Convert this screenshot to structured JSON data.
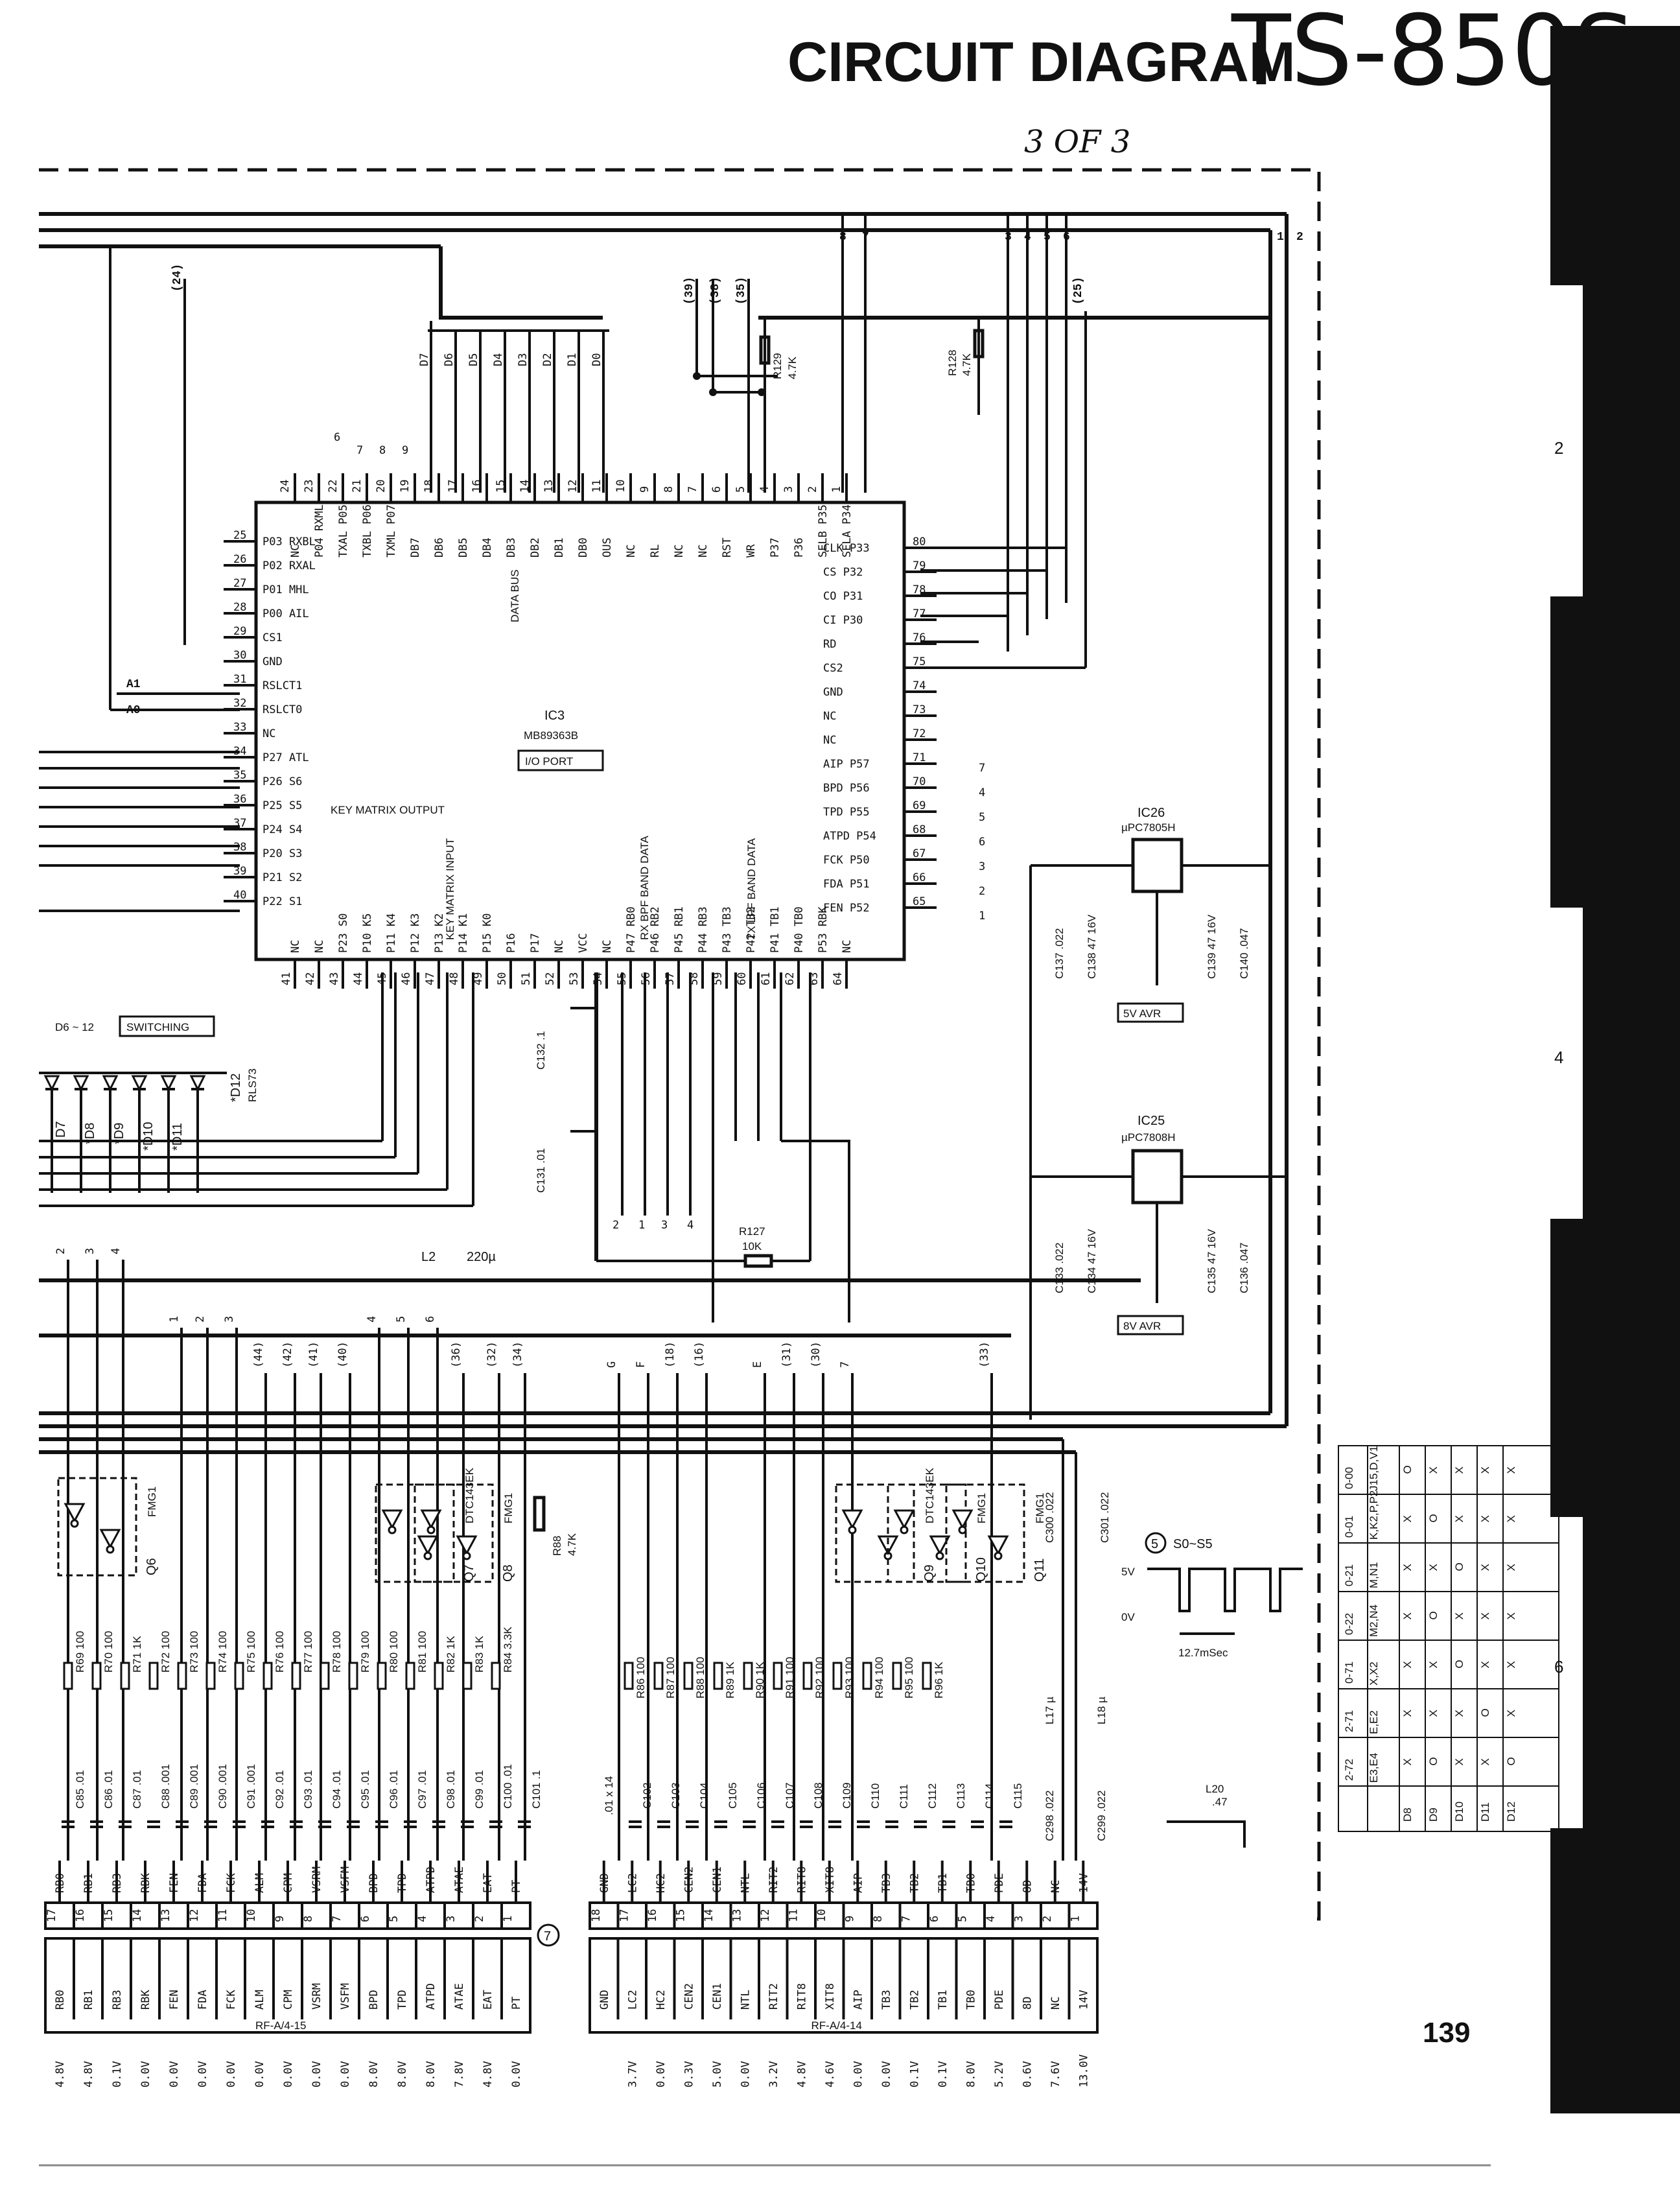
{
  "header": {
    "title": "CIRCUIT DIAGRAM",
    "model": "TS-850S",
    "sheet": "3 OF 3",
    "page_number": "139"
  },
  "edge_marks": [
    "1",
    "2",
    "3",
    "4",
    "5",
    "6",
    "7"
  ],
  "ic3": {
    "ref": "IC3",
    "part": "MB89363B",
    "function": "I/O PORT",
    "top_pins": [
      {
        "n": "24",
        "name": "NC"
      },
      {
        "n": "23",
        "name": "P04 RXML"
      },
      {
        "n": "22",
        "name": "TXAL P05"
      },
      {
        "n": "21",
        "name": "TXBL P06"
      },
      {
        "n": "20",
        "name": "TXML P07"
      },
      {
        "n": "19",
        "name": "DB7"
      },
      {
        "n": "18",
        "name": "DB6"
      },
      {
        "n": "17",
        "name": "DB5"
      },
      {
        "n": "16",
        "name": "DB4"
      },
      {
        "n": "15",
        "name": "DB3"
      },
      {
        "n": "14",
        "name": "DB2"
      },
      {
        "n": "13",
        "name": "DB1"
      },
      {
        "n": "12",
        "name": "DB0"
      },
      {
        "n": "11",
        "name": "OUS"
      },
      {
        "n": "10",
        "name": "NC"
      },
      {
        "n": "9",
        "name": "RL"
      },
      {
        "n": "8",
        "name": "NC"
      },
      {
        "n": "7",
        "name": "NC"
      },
      {
        "n": "6",
        "name": "RST"
      },
      {
        "n": "5",
        "name": "WR"
      },
      {
        "n": "4",
        "name": "P37"
      },
      {
        "n": "3",
        "name": "P36"
      },
      {
        "n": "2",
        "name": "SELB P35"
      },
      {
        "n": "1",
        "name": "SELA P34"
      }
    ],
    "left_pins": [
      {
        "n": "25",
        "name": "P03 RXBL"
      },
      {
        "n": "26",
        "name": "P02 RXAL"
      },
      {
        "n": "27",
        "name": "P01 MHL"
      },
      {
        "n": "28",
        "name": "P00 AIL"
      },
      {
        "n": "29",
        "name": "CS1"
      },
      {
        "n": "30",
        "name": "GND"
      },
      {
        "n": "31",
        "name": "RSLCT1"
      },
      {
        "n": "32",
        "name": "RSLCT0"
      },
      {
        "n": "33",
        "name": "NC"
      },
      {
        "n": "34",
        "name": "P27 ATL"
      },
      {
        "n": "35",
        "name": "P26 S6"
      },
      {
        "n": "36",
        "name": "P25 S5"
      },
      {
        "n": "37",
        "name": "P24 S4"
      },
      {
        "n": "38",
        "name": "P20 S3"
      },
      {
        "n": "39",
        "name": "P21 S2"
      },
      {
        "n": "40",
        "name": "P22 S1"
      }
    ],
    "right_pins": [
      {
        "n": "80",
        "name": "CLK P33"
      },
      {
        "n": "79",
        "name": "CS P32"
      },
      {
        "n": "78",
        "name": "CO P31"
      },
      {
        "n": "77",
        "name": "CI P30"
      },
      {
        "n": "76",
        "name": "RD"
      },
      {
        "n": "75",
        "name": "CS2"
      },
      {
        "n": "74",
        "name": "GND"
      },
      {
        "n": "73",
        "name": "NC"
      },
      {
        "n": "72",
        "name": "NC"
      },
      {
        "n": "71",
        "name": "AIP P57"
      },
      {
        "n": "70",
        "name": "BPD P56"
      },
      {
        "n": "69",
        "name": "TPD P55"
      },
      {
        "n": "68",
        "name": "ATPD P54"
      },
      {
        "n": "67",
        "name": "FCK P50"
      },
      {
        "n": "66",
        "name": "FDA P51"
      },
      {
        "n": "65",
        "name": "FEN P52"
      }
    ],
    "bottom_pins": [
      {
        "n": "41",
        "name": "NC"
      },
      {
        "n": "42",
        "name": "NC"
      },
      {
        "n": "43",
        "name": "P23 S0"
      },
      {
        "n": "44",
        "name": "P10 K5"
      },
      {
        "n": "45",
        "name": "P11 K4"
      },
      {
        "n": "46",
        "name": "P12 K3"
      },
      {
        "n": "47",
        "name": "P13 K2"
      },
      {
        "n": "48",
        "name": "P14 K1"
      },
      {
        "n": "49",
        "name": "P15 K0"
      },
      {
        "n": "50",
        "name": "P16"
      },
      {
        "n": "51",
        "name": "P17"
      },
      {
        "n": "52",
        "name": "NC"
      },
      {
        "n": "53",
        "name": "VCC"
      },
      {
        "n": "54",
        "name": "NC"
      },
      {
        "n": "55",
        "name": "P47 RB0"
      },
      {
        "n": "56",
        "name": "P46 RB2"
      },
      {
        "n": "57",
        "name": "P45 RB1"
      },
      {
        "n": "58",
        "name": "P44 RB3"
      },
      {
        "n": "59",
        "name": "P43 TB3"
      },
      {
        "n": "60",
        "name": "P42 TB2"
      },
      {
        "n": "61",
        "name": "P41 TB1"
      },
      {
        "n": "62",
        "name": "P40 TB0"
      },
      {
        "n": "63",
        "name": "P53 RBK"
      },
      {
        "n": "64",
        "name": "NC"
      }
    ],
    "groups": {
      "data_bus": "DATA BUS",
      "key_matrix_output": "KEY MATRIX OUTPUT",
      "key_matrix_input": "KEY MATRIX INPUT",
      "rx_bpf": "RX BPF BAND DATA",
      "tx_lpf": "TX LPF BAND DATA"
    }
  },
  "top_bus": {
    "data_lines": [
      "D7",
      "D6",
      "D5",
      "D4",
      "D3",
      "D2",
      "D1",
      "D0"
    ],
    "refs_left": [
      "(24)"
    ],
    "refs_mid": [
      "(39)",
      "(38)",
      "(35)"
    ],
    "refs_right": [
      "8",
      "7",
      "3",
      "4",
      "5",
      "6",
      "(25)",
      "1",
      "2"
    ],
    "top_pin_refs": [
      "6",
      "7",
      "8",
      "9"
    ],
    "address": [
      "A1",
      "A0"
    ],
    "resistors": [
      {
        "ref": "R129",
        "value": "4.7K"
      },
      {
        "ref": "R128",
        "value": "4.7K"
      }
    ]
  },
  "right_port_refs": [
    "7",
    "4",
    "5",
    "6",
    "3",
    "2",
    "1"
  ],
  "regulators": [
    {
      "ref": "IC26",
      "part": "µPC7805H",
      "label": "5V AVR",
      "caps": [
        "C137 .022",
        "C138 47 16V",
        "C139 47 16V",
        "C140 .047"
      ]
    },
    {
      "ref": "IC25",
      "part": "µPC7808H",
      "label": "8V AVR",
      "caps": [
        "C133 .022",
        "C134 47 16V",
        "C135 47 16V",
        "C136 .047"
      ]
    }
  ],
  "switching": {
    "label": "D6 ~ 12",
    "box": "SWITCHING",
    "diodes": [
      "D7",
      "*D8",
      "*D9",
      "*D10",
      "*D11",
      "*D12"
    ],
    "d12_part": "RLS73"
  },
  "misc": {
    "c132": "C132 .1",
    "c131": "C131 .01",
    "r127": "R127",
    "r127_value": "10K",
    "l2": "L2",
    "l2_value": "220µ",
    "rx_refs": [
      "2",
      "1",
      "3",
      "4"
    ],
    "r88": "R88",
    "r88_value": "4.7K",
    "l17": "L17 µ",
    "l18": "L18 µ",
    "l20": "L20",
    "l20_value": ".47",
    "c300": "C300 .022",
    "c301": "C301 .022",
    "c298": "C298 .022",
    "c299": "C299 .022",
    "c100_range": ".01 x 14"
  },
  "mid_refs": [
    "2",
    "3",
    "4",
    "1",
    "2",
    "3",
    "4",
    "5",
    "6",
    "(44)",
    "(42)",
    "(41)",
    "(40)",
    "(36)",
    "(32)",
    "(34)",
    "G",
    "F",
    "(18)",
    "(16)",
    "E",
    "(31)",
    "(30)",
    "7",
    "(33)"
  ],
  "transistors": [
    {
      "ref": "Q6",
      "part": "FMG1"
    },
    {
      "ref": "Q7",
      "part": "DTC143EK"
    },
    {
      "ref": "Q8",
      "part": "FMG1"
    },
    {
      "ref": "Q9",
      "part": "DTC143EK"
    },
    {
      "ref": "Q10",
      "part": "FMG1"
    },
    {
      "ref": "Q11",
      "part": "FMG1"
    }
  ],
  "left_resistors": [
    "R69 100",
    "R70 100",
    "R71 1K",
    "R72 100",
    "R73 100",
    "R74 100",
    "R75 100",
    "R76 100",
    "R77 100",
    "R78 100",
    "R79 100",
    "R80 100",
    "R81 100",
    "R82 1K",
    "R83 1K",
    "R84 3.3K"
  ],
  "left_caps": [
    "C85 .01",
    "C86 .01",
    "C87 .01",
    "C88 .001",
    "C89 .001",
    "C90 .001",
    "C91 .001",
    "C92 .01",
    "C93 .01",
    "C94 .01",
    "C95 .01",
    "C96 .01",
    "C97 .01",
    "C98 .01",
    "C99 .01",
    "C100 .01",
    "C101 .1"
  ],
  "right_resistors": [
    "R86 100",
    "R87 100",
    "R88 100",
    "R89 1K",
    "R90 1K",
    "R91 100",
    "R92 100",
    "R93 100",
    "R94 100",
    "R95 100",
    "R96 1K"
  ],
  "right_caps": [
    "C102",
    "C103",
    "C104",
    "C105",
    "C106",
    "C107",
    "C108",
    "C109",
    "C110",
    "C111",
    "C112",
    "C113",
    "C114",
    "C115"
  ],
  "waveform": {
    "label": "S0~S5",
    "circle": "5",
    "v_high": "5V",
    "v_low": "0V",
    "period": "12.7mSec"
  },
  "connector_left": {
    "name": "RF-A/4-15",
    "pins": [
      {
        "n": "17",
        "sig": "RB0",
        "v": "4.8V"
      },
      {
        "n": "16",
        "sig": "RB1",
        "v": "4.8V"
      },
      {
        "n": "15",
        "sig": "RB3",
        "v": "0.1V"
      },
      {
        "n": "14",
        "sig": "RBK",
        "v": "0.0V"
      },
      {
        "n": "13",
        "sig": "FEN",
        "v": "0.0V"
      },
      {
        "n": "12",
        "sig": "FDA",
        "v": "0.0V"
      },
      {
        "n": "11",
        "sig": "FCK",
        "v": "0.0V"
      },
      {
        "n": "10",
        "sig": "ALM",
        "v": "0.0V"
      },
      {
        "n": "9",
        "sig": "CPM",
        "v": "0.0V"
      },
      {
        "n": "8",
        "sig": "VSRM",
        "v": "0.0V"
      },
      {
        "n": "7",
        "sig": "VSFM",
        "v": "0.0V"
      },
      {
        "n": "6",
        "sig": "BPD",
        "v": "8.0V"
      },
      {
        "n": "5",
        "sig": "TPD",
        "v": "8.0V"
      },
      {
        "n": "4",
        "sig": "ATPD",
        "v": "8.0V"
      },
      {
        "n": "3",
        "sig": "ATAE",
        "v": "7.8V"
      },
      {
        "n": "2",
        "sig": "EAT",
        "v": "4.8V"
      },
      {
        "n": "1",
        "sig": "PT",
        "v": "0.0V"
      }
    ],
    "circle": "7"
  },
  "connector_right": {
    "name": "RF-A/4-14",
    "pins": [
      {
        "n": "18",
        "sig": "GND",
        "v": ""
      },
      {
        "n": "17",
        "sig": "LC2",
        "v": "3.7V"
      },
      {
        "n": "16",
        "sig": "HC2",
        "v": "0.0V"
      },
      {
        "n": "15",
        "sig": "CEN2",
        "v": "0.3V"
      },
      {
        "n": "14",
        "sig": "CEN1",
        "v": "5.0V"
      },
      {
        "n": "13",
        "sig": "NTL",
        "v": "0.0V"
      },
      {
        "n": "12",
        "sig": "RIT2",
        "v": "3.2V"
      },
      {
        "n": "11",
        "sig": "RIT8",
        "v": "4.8V"
      },
      {
        "n": "10",
        "sig": "XIT8",
        "v": "4.6V"
      },
      {
        "n": "9",
        "sig": "AIP",
        "v": "0.0V"
      },
      {
        "n": "8",
        "sig": "TB3",
        "v": "0.0V"
      },
      {
        "n": "7",
        "sig": "TB2",
        "v": "0.1V"
      },
      {
        "n": "6",
        "sig": "TB1",
        "v": "0.1V"
      },
      {
        "n": "5",
        "sig": "TB0",
        "v": "8.0V"
      },
      {
        "n": "4",
        "sig": "PDE",
        "v": "5.2V"
      },
      {
        "n": "3",
        "sig": "8D",
        "v": "0.6V"
      },
      {
        "n": "2",
        "sig": "NC",
        "v": "7.6V"
      },
      {
        "n": "1",
        "sig": "14V",
        "v": "13.0V"
      }
    ]
  },
  "truth_table": {
    "headers": [
      "0-00",
      "0-01",
      "0-21",
      "0-22",
      "0-71",
      "2-71",
      "2-72"
    ],
    "subheaders": [
      "J15,D,V1",
      "K,K2,P,P2",
      "M,N1",
      "M2,N4",
      "X,X2",
      "E,E2",
      "E3,E4"
    ],
    "rows": [
      {
        "label": "D8",
        "cells": [
          "O",
          "X",
          "X",
          "X",
          "X",
          "X",
          "X"
        ]
      },
      {
        "label": "D9",
        "cells": [
          "X",
          "O",
          "X",
          "O",
          "X",
          "X",
          "O"
        ]
      },
      {
        "label": "D10",
        "cells": [
          "X",
          "X",
          "O",
          "X",
          "O",
          "X",
          "X"
        ]
      },
      {
        "label": "D11",
        "cells": [
          "X",
          "X",
          "X",
          "X",
          "X",
          "O",
          "X"
        ]
      },
      {
        "label": "D12",
        "cells": [
          "X",
          "X",
          "X",
          "X",
          "X",
          "X",
          "O"
        ]
      }
    ]
  }
}
